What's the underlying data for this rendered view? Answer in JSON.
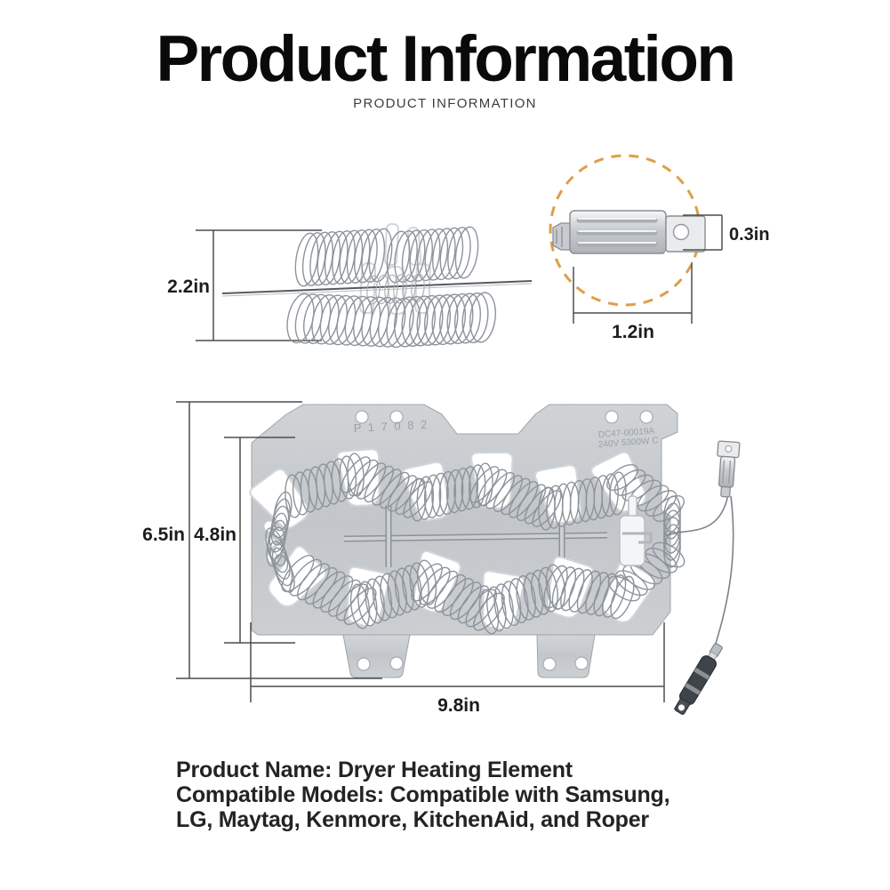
{
  "header": {
    "title": "Product Information",
    "subtitle": "PRODUCT INFORMATION"
  },
  "diagrams": {
    "side_view": {
      "height": "2.2in"
    },
    "terminal_detail": {
      "height": "0.3in",
      "width": "1.2in"
    },
    "top_view": {
      "overall_height": "6.5in",
      "inner_height": "4.8in",
      "width": "9.8in",
      "stamp_serial": "P 1 7 0 8 2",
      "stamp_part_line1": "DC47-00019A",
      "stamp_part_line2": "240V 5300W C"
    }
  },
  "footer": {
    "line1": "Product Name: Dryer Heating Element",
    "line2": "Compatible Models: Compatible with Samsung,",
    "line3": "LG, Maytag, Kenmore, KitchenAid, and Roper"
  },
  "colors": {
    "accent_circle": "#dc9f4a",
    "plate": "#c6cacd",
    "coil": "#8d949b",
    "text": "#1c1c1c",
    "dimension_lines": "#4d4d4d",
    "fuse_body": "#3f444a"
  }
}
